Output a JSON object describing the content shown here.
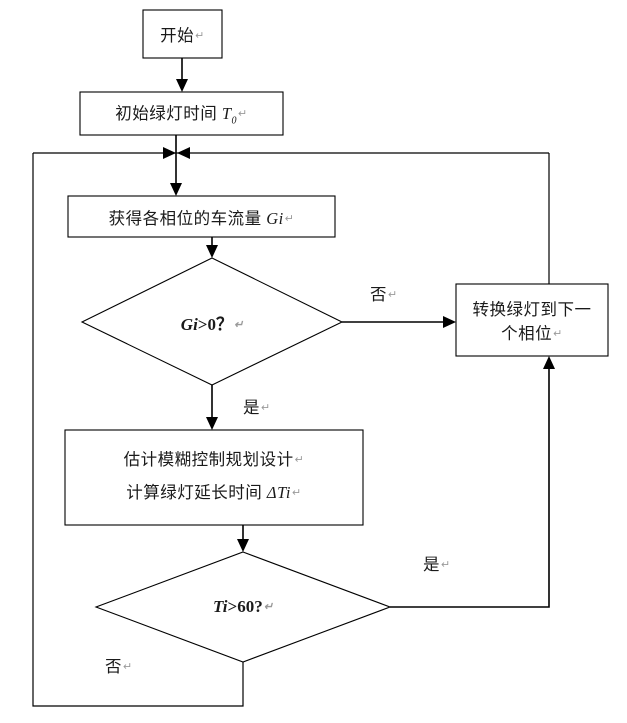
{
  "diagram": {
    "title": "Fuzzy traffic signal control flowchart",
    "language": "zh-CN",
    "background_color": "#ffffff",
    "line_color": "#000000",
    "text_color": "#1a1a1a"
  },
  "nodes": {
    "start": {
      "shape": "rectangle",
      "label": "开始",
      "pilcrow": "↵"
    },
    "init_green": {
      "shape": "rectangle",
      "label_cjk": "初始绿灯时间",
      "label_var": "T",
      "label_sub": "0",
      "pilcrow": "↵"
    },
    "get_flow": {
      "shape": "rectangle",
      "label_cjk": "获得各相位的车流量",
      "label_var": "Gi",
      "pilcrow": "↵"
    },
    "decide_gi": {
      "shape": "diamond",
      "label_var": "Gi",
      "label_op": ">0？",
      "pilcrow": "↵"
    },
    "switch_phase": {
      "shape": "rectangle",
      "line1": "转换绿灯到下一",
      "line2": "个相位",
      "pilcrow": "↵"
    },
    "fuzzy_calc": {
      "shape": "rectangle",
      "line1": "估计模糊控制规划设计",
      "line2_cjk": "计算绿灯延长时间",
      "line2_var": "ΔTi",
      "pilcrow1": "↵",
      "pilcrow2": "↵"
    },
    "decide_ti": {
      "shape": "diamond",
      "label_var": "Ti",
      "label_op": ">60?",
      "pilcrow": "↵"
    }
  },
  "edge_labels": {
    "gi_no": "否",
    "gi_no_pilcrow": "↵",
    "gi_yes": "是",
    "gi_yes_pilcrow": "↵",
    "ti_yes": "是",
    "ti_yes_pilcrow": "↵",
    "ti_no": "否",
    "ti_no_pilcrow": "↵"
  }
}
